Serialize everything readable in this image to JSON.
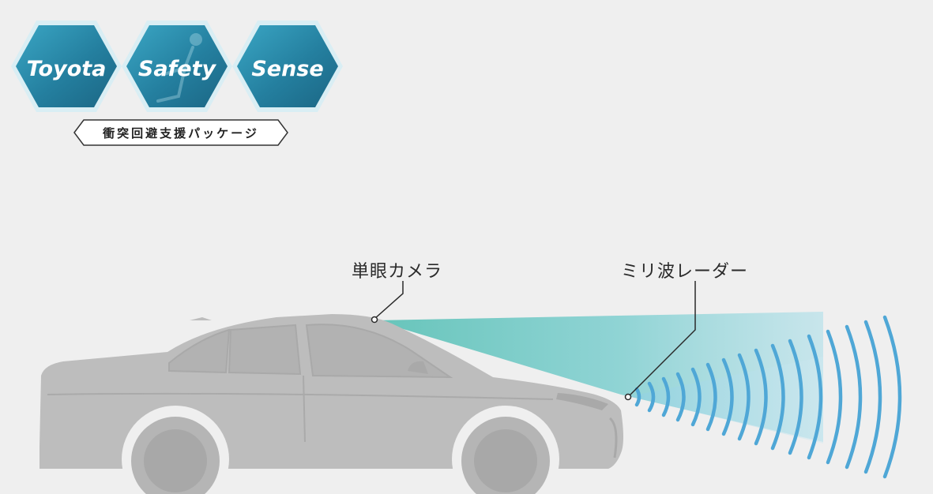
{
  "logo": {
    "words": [
      "Toyota",
      "Safety",
      "Sense"
    ],
    "subtitle": "衝突回避支援パッケージ",
    "colors": {
      "hex_dark": "#1e6f8e",
      "hex_light": "#3aa6c4",
      "hex_border": "#d9eef4",
      "text": "#ffffff"
    }
  },
  "callouts": {
    "camera": "単眼カメラ",
    "radar": "ミリ波レーダー"
  },
  "colors": {
    "background": "#efefef",
    "car_body": "#bdbdbd",
    "car_detail": "#a9a9a9",
    "camera_beam": "#5fc2b7",
    "radar_beam": "#8fd0e2",
    "radar_wave": "#4fa7d6",
    "leader_line": "#2a2a2a"
  }
}
